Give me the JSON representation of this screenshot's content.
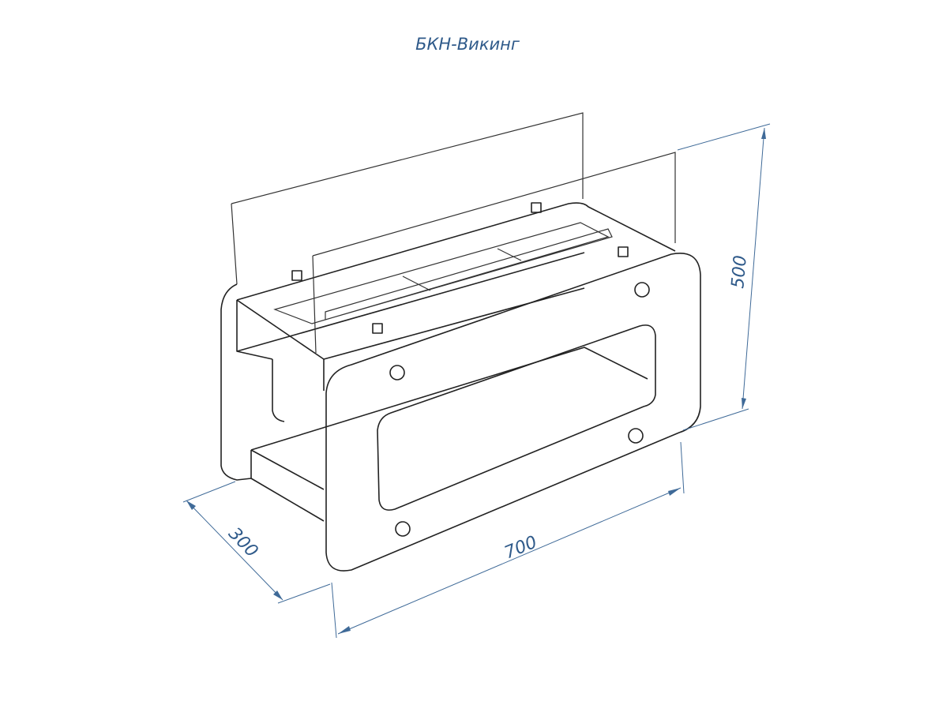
{
  "title": "БКН-Викинг",
  "dimensions": {
    "height": "500",
    "width": "700",
    "depth": "300"
  },
  "colors": {
    "annotation": "#2f5a8a",
    "lines": "#222222"
  }
}
